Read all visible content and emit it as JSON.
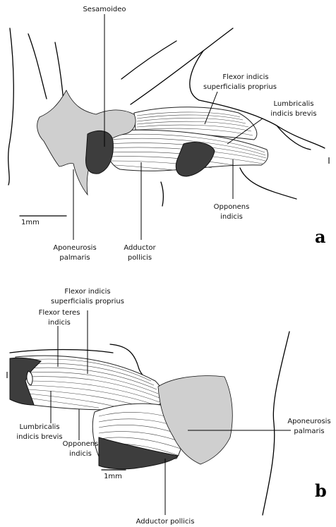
{
  "panel_a": {
    "letter": "a",
    "labels": {
      "sesamoideo": "Sesamoideo",
      "fis_1": "Flexor indicis",
      "fis_2": "superficialis proprius",
      "lib_1": "Lumbricalis",
      "lib_2": "indicis brevis",
      "roman": "I",
      "scale": "1mm",
      "opp_1": "Opponens",
      "opp_2": "indicis",
      "ap_1": "Aponeurosis",
      "ap_2": "palmaris",
      "add_1": "Adductor",
      "add_2": "pollicis"
    }
  },
  "panel_b": {
    "letter": "b",
    "labels": {
      "fis_1": "Flexor indicis",
      "fis_2": "superficialis proprius",
      "fti_1": "Flexor teres",
      "fti_2": "indicis",
      "roman": "I",
      "ap_1": "Aponeurosis",
      "ap_2": "palmaris",
      "lib_1": "Lumbricalis",
      "lib_2": "indicis brevis",
      "opp_1": "Opponens",
      "opp_2": "indicis",
      "scale": "1mm",
      "add": "Adductor pollicis"
    }
  }
}
